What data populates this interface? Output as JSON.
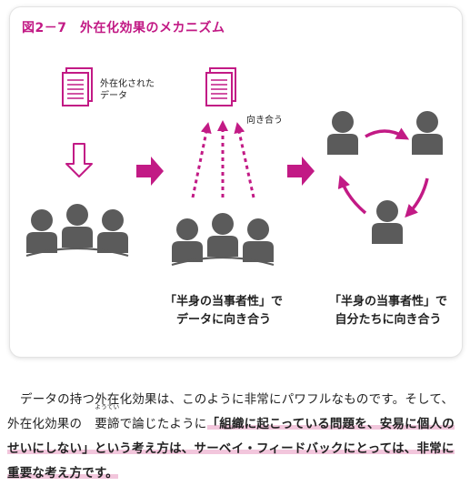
{
  "figure": {
    "title": "図2－7　外在化効果のメカニズム",
    "doc_label": "外在化された\nデータ",
    "face_label": "向き合う",
    "caption_middle": "「半身の当事者性」で\nデータに向き合う",
    "caption_right": "「半身の当事者性」で\n自分たちに向き合う",
    "accent_color": "#c21a85",
    "person_color": "#5b5b5b",
    "icons": [
      "document-icon",
      "down-outline-arrow-icon",
      "right-arrow-icon",
      "person-icon",
      "dotted-up-arrow-icon",
      "cycle-arrow-icon"
    ]
  },
  "body": {
    "part1": "データの持つ外在化効果は、このように非常にパワフルなものです。そして、外在化効果の",
    "ruby_base": "要諦",
    "ruby_text": "ようてい",
    "part2": "で論じたように",
    "highlight": "「組織に起こっている問題を、安易に個人のせいにしない」という考え方は、サーベイ・フィードバックにとっては、非常に重要な考え方です。"
  }
}
